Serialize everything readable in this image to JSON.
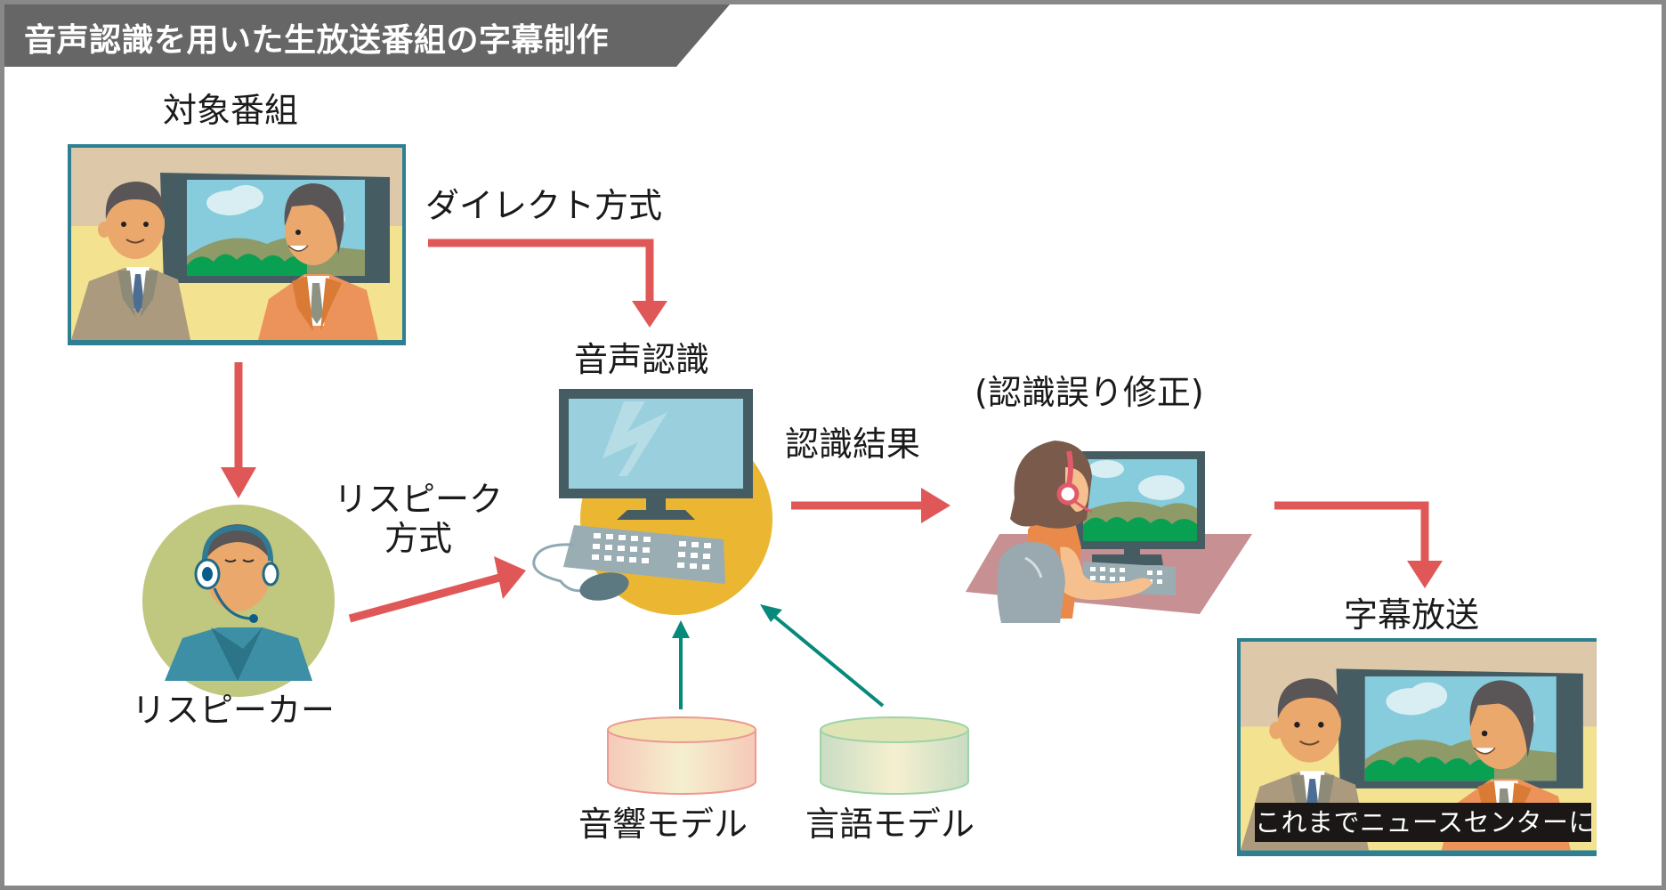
{
  "title": "音声認識を用いた生放送番組の字幕制作",
  "nodes": {
    "target_program": "対象番組",
    "speech_recognition": "音声認識",
    "respeaker": "リスピーカー",
    "correction": "(認識誤り修正)",
    "caption_broadcast": "字幕放送",
    "acoustic_model": "音響モデル",
    "language_model": "言語モデル"
  },
  "edges": {
    "direct_method": "ダイレクト方式",
    "respeak_method_line1": "リスピーク",
    "respeak_method_line2": "方式",
    "recognition_result": "認識結果"
  },
  "caption_text": "これまでニュースセンターに",
  "colors": {
    "banner": "#666666",
    "flow_arrow": "#e05757",
    "model_arrow": "#078a7a",
    "tv_frame": "#2e7f91",
    "sr_circle": "#ebb733",
    "respeaker_circle": "#c0c77e",
    "desk": "#c79093"
  }
}
